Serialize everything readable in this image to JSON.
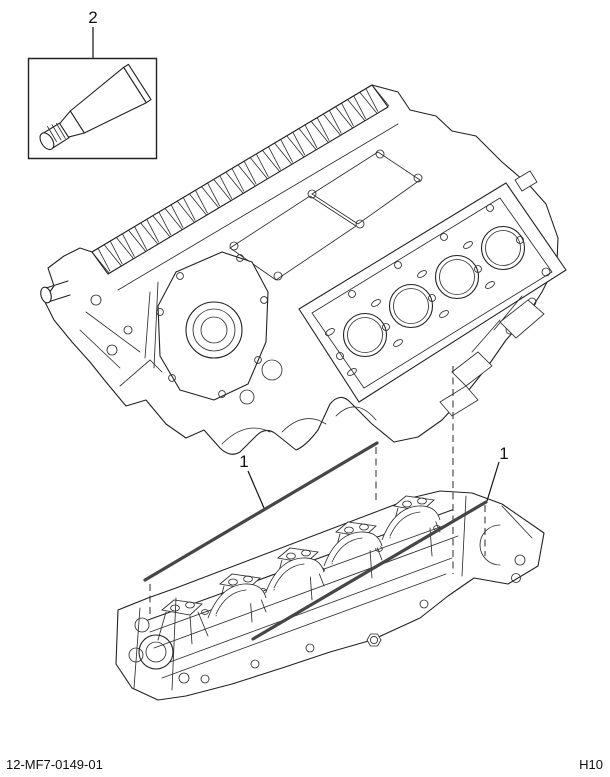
{
  "figure": {
    "type": "parts-diagram",
    "colors": {
      "background": "#ffffff",
      "line": "#222222",
      "bead": "#464646",
      "text": "#111111"
    }
  },
  "callouts": {
    "tube": {
      "label": "2"
    },
    "bead_left": {
      "label": "1"
    },
    "bead_right": {
      "label": "1"
    }
  },
  "icons": {
    "tube": "sealant-tube-icon",
    "bead": "sealant-bead-line",
    "block": "engine-block-line-art",
    "bedplate": "lower-crankcase-line-art"
  },
  "footer": {
    "doc_code": "12-MF7-0149-01",
    "grid_ref": "H10"
  }
}
